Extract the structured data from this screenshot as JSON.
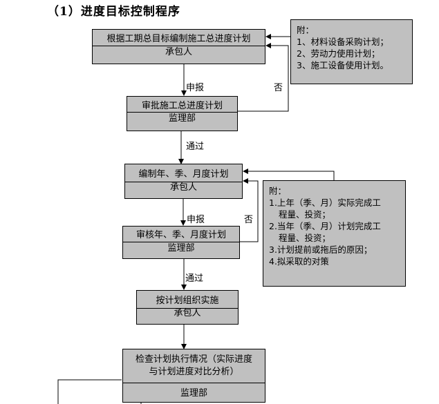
{
  "title": "（1）进度目标控制程序",
  "boxes": {
    "b1": {
      "task": "根据工期总目标编制施工总进度计划",
      "role": "承包人"
    },
    "b2": {
      "task": "审批施工总进度计划",
      "role": "监理部"
    },
    "b3": {
      "task": "编制年、季、月度计划",
      "role": "承包人"
    },
    "b4": {
      "task": "审核年、季、月度计划",
      "role": "监理部"
    },
    "b5": {
      "task": "按计划组织实施",
      "role": "承包人"
    },
    "b6": {
      "task_line1": "检查计划执行情况（实际进度",
      "task_line2": "与计划进度对比分析）",
      "role": "监理部"
    }
  },
  "notes": {
    "n1": {
      "heading": "附：",
      "items": [
        "1、材料设备采购计划；",
        "2、劳动力使用计划；",
        "3、施工设备使用计划。"
      ]
    },
    "n2": {
      "heading": "附：",
      "items": [
        "1.上年（季、月）实际完成工",
        "程量、投资；",
        "2.当年（季、月）计划完成工",
        "程量、投资；",
        "3.计划提前或拖后的原因；",
        "4.拟采取的对策"
      ]
    }
  },
  "labels": {
    "submit1": "申报",
    "reject1": "否",
    "pass1": "通过",
    "submit2": "申报",
    "reject2": "否",
    "pass2": "通过"
  }
}
